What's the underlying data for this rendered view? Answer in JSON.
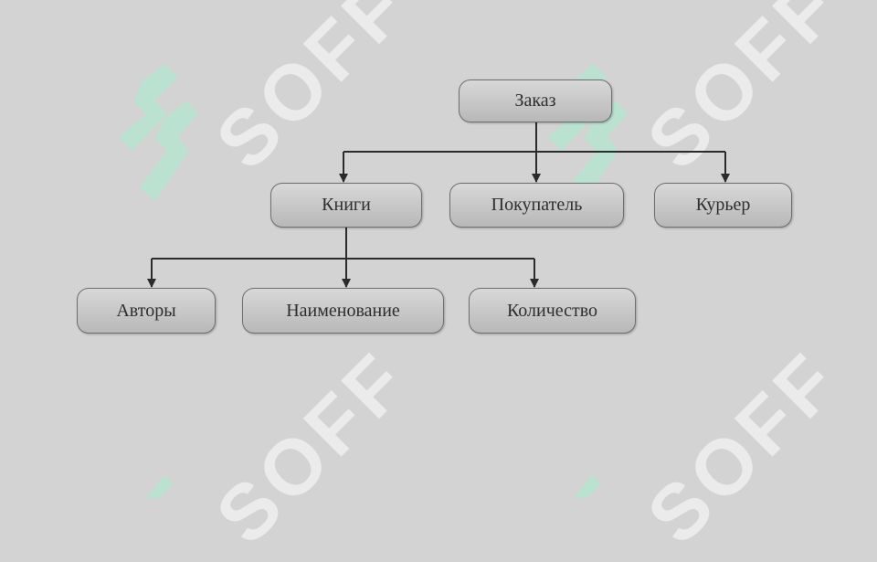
{
  "diagram": {
    "nodes": {
      "order": "Заказ",
      "books": "Книги",
      "buyer": "Покупатель",
      "courier": "Курьер",
      "authors": "Авторы",
      "name": "Наименование",
      "quantity": "Количество"
    },
    "edges": [
      {
        "from": "order",
        "to": "books"
      },
      {
        "from": "order",
        "to": "buyer"
      },
      {
        "from": "order",
        "to": "courier"
      },
      {
        "from": "books",
        "to": "authors"
      },
      {
        "from": "books",
        "to": "name"
      },
      {
        "from": "books",
        "to": "quantity"
      }
    ]
  },
  "watermark": {
    "text": "SOFF",
    "logo_icon": "soff-logo-icon"
  },
  "colors": {
    "background": "#d3d3d3",
    "node_fill": "#c6c6c6",
    "node_border": "#6f6f6f",
    "line": "#2b2b2b",
    "watermark_logo": "#a8f0cf"
  }
}
